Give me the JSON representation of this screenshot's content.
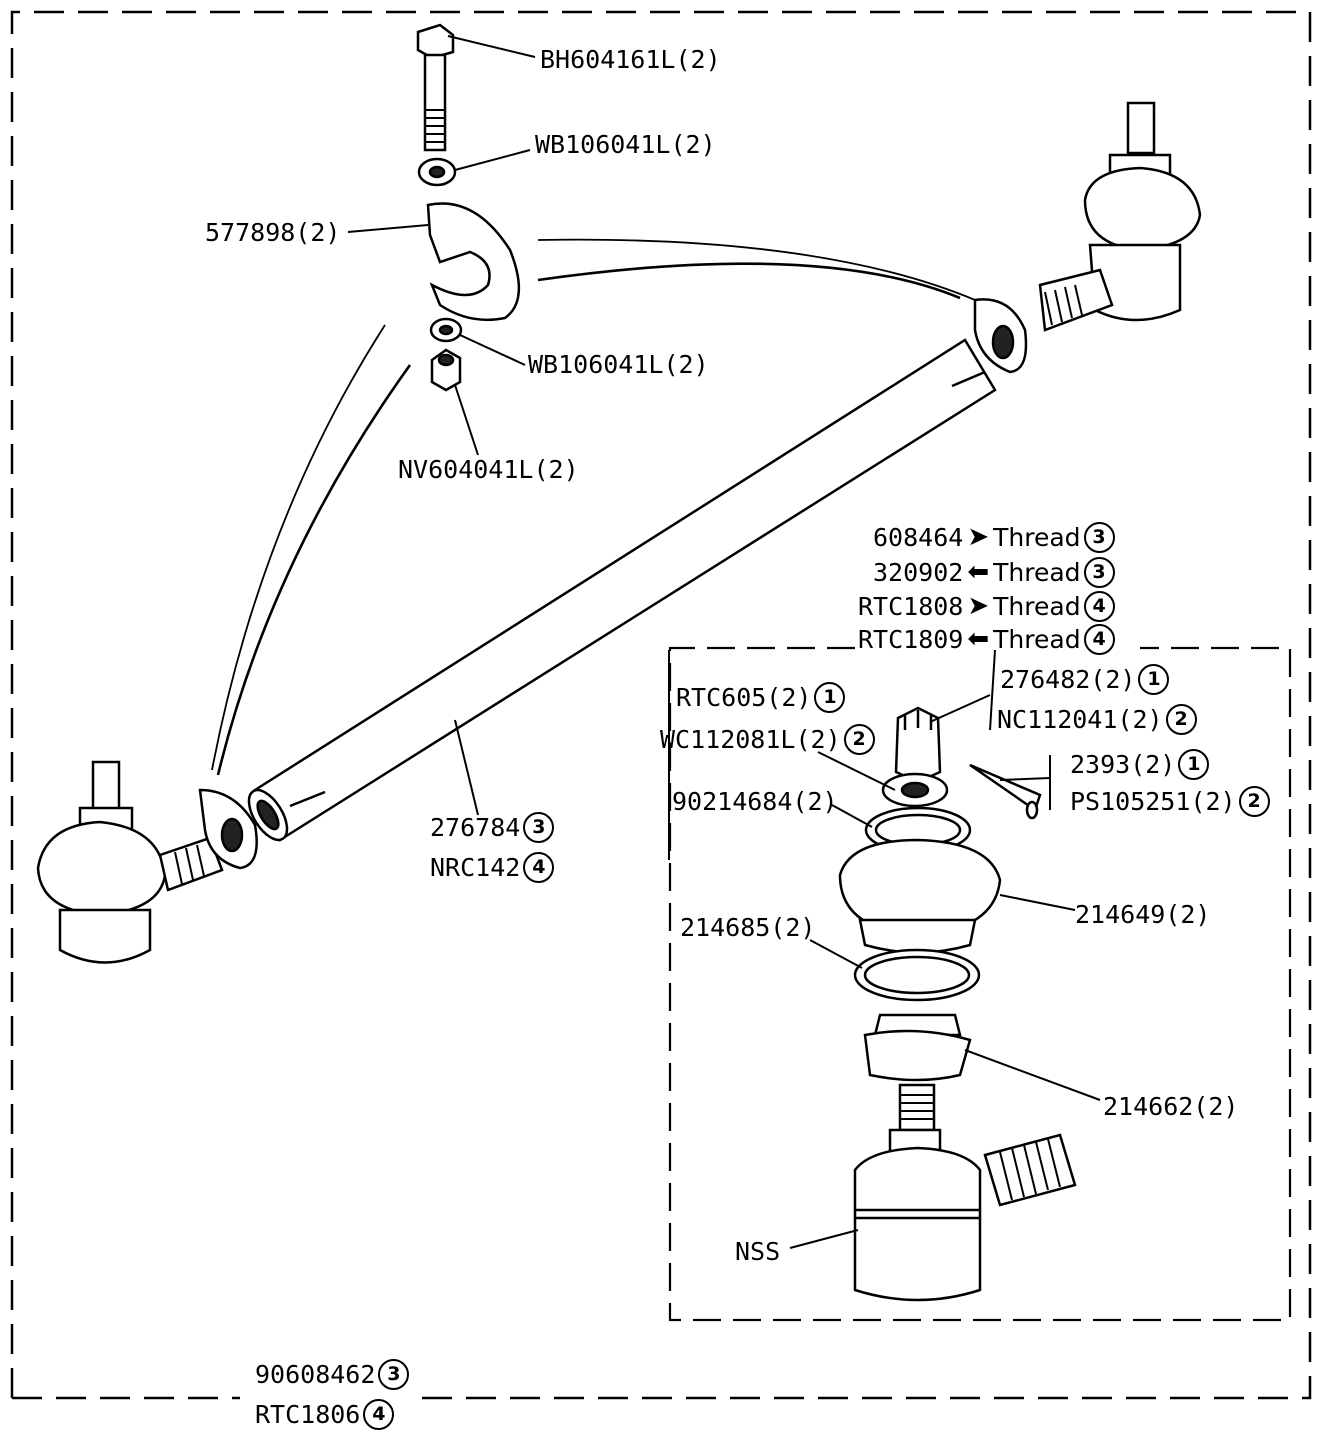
{
  "parts": {
    "bolt": "BH604161L(2)",
    "washer_top": "WB106041L(2)",
    "clamp": "577898(2)",
    "washer_bottom": "WB106041L(2)",
    "nut": "NV604041L(2)",
    "tube_a": "276784",
    "tube_a_ref": "3",
    "tube_b": "NRC142",
    "tube_b_ref": "4",
    "assembly_a": "90608462",
    "assembly_a_ref": "3",
    "assembly_b": "RTC1806",
    "assembly_b_ref": "4"
  },
  "thread_legend": [
    {
      "part": "608464",
      "arrow": "right",
      "text": "Thread",
      "ref": "3"
    },
    {
      "part": "320902",
      "arrow": "left",
      "text": "Thread",
      "ref": "3"
    },
    {
      "part": "RTC1808",
      "arrow": "right",
      "text": "Thread",
      "ref": "4"
    },
    {
      "part": "RTC1809",
      "arrow": "left",
      "text": "Thread",
      "ref": "4"
    }
  ],
  "balljoint_parts": {
    "castle_nut_a": "276482(2)",
    "castle_nut_a_ref": "1",
    "castle_nut_b": "NC112041(2)",
    "castle_nut_b_ref": "2",
    "rtc605": "RTC605(2)",
    "rtc605_ref": "1",
    "wc_washer": "WC112081L(2)",
    "wc_washer_ref": "2",
    "pin_a": "2393(2)",
    "pin_a_ref": "1",
    "pin_b": "PS105251(2)",
    "pin_b_ref": "2",
    "ring_top": "90214684(2)",
    "boot": "214649(2)",
    "ring_bottom": "214685(2)",
    "seat": "214662(2)",
    "housing": "NSS"
  },
  "colors": {
    "ink": "#000000",
    "paper": "#ffffff"
  }
}
